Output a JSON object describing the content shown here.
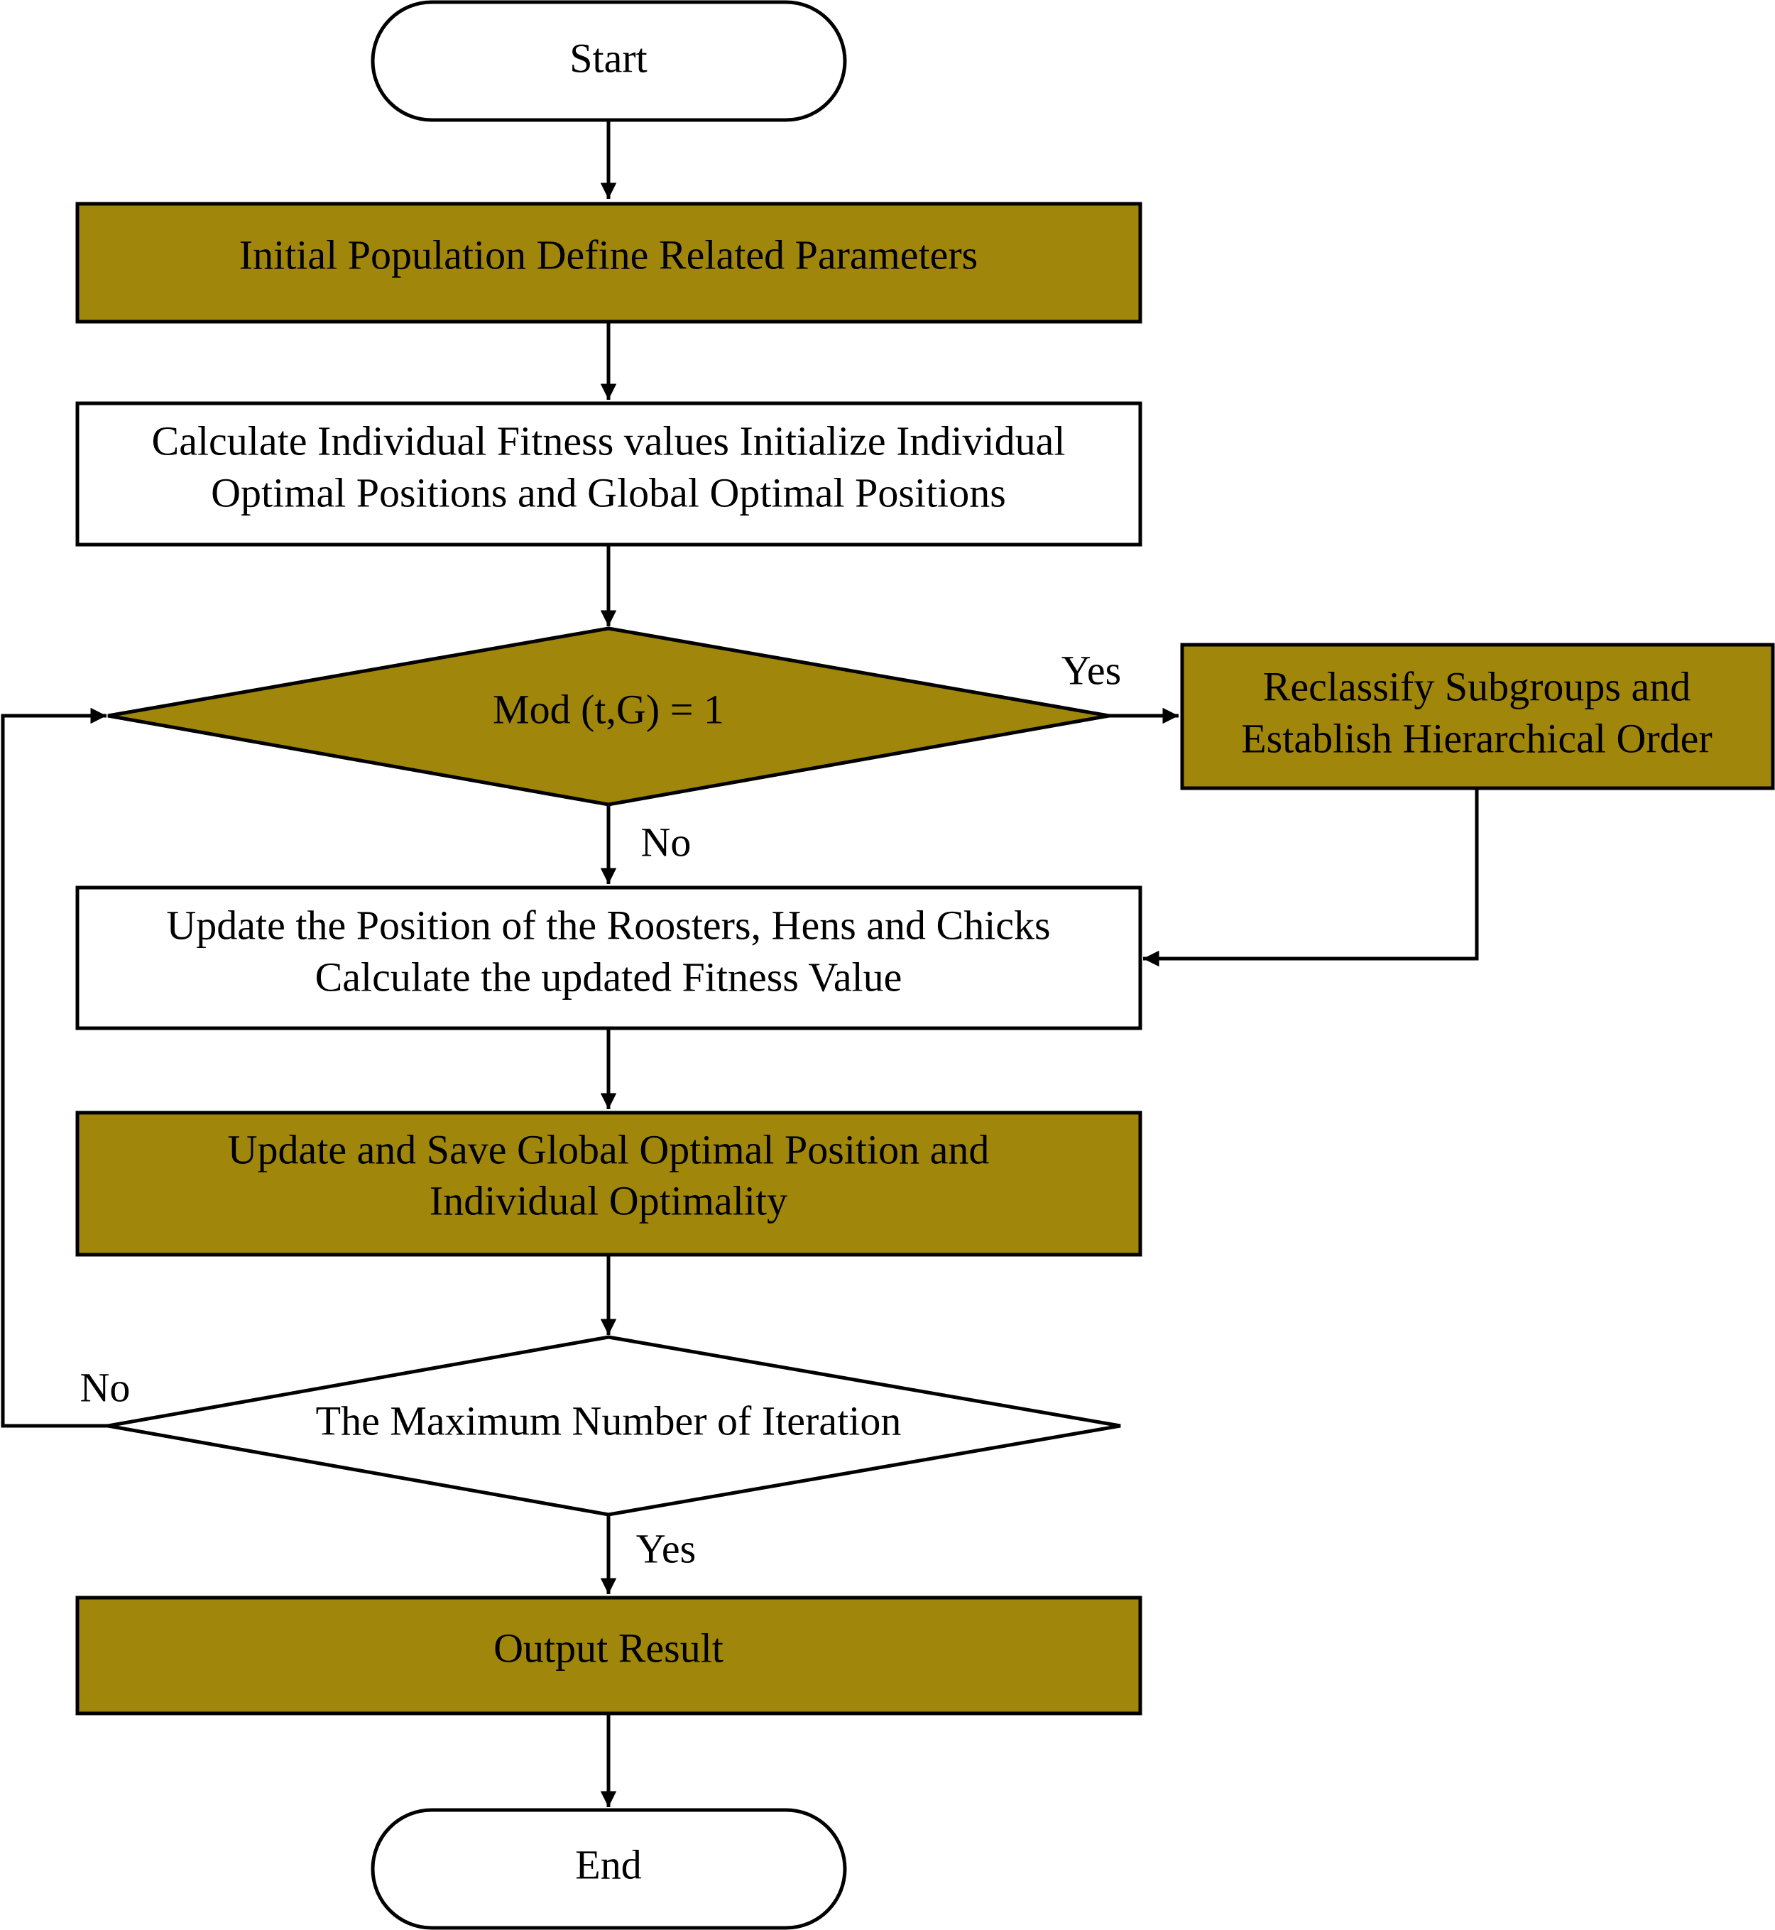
{
  "colors": {
    "accent_fill": "#A0860A",
    "plain_fill": "#FFFFFF",
    "stroke": "#000000"
  },
  "nodes": {
    "start": {
      "label": "Start"
    },
    "init_population": {
      "label": "Initial Population Define Related Parameters"
    },
    "calc_fitness": {
      "line1": "Calculate Individual Fitness values Initialize Individual",
      "line2": "Optimal Positions and Global Optimal Positions"
    },
    "mod_decision": {
      "label": "Mod (t,G) = 1"
    },
    "reclassify": {
      "line1": "Reclassify Subgroups and",
      "line2": "Establish Hierarchical Order"
    },
    "update_position": {
      "line1": "Update the Position of the Roosters, Hens and Chicks",
      "line2": "Calculate the updated Fitness Value"
    },
    "update_save": {
      "line1": "Update and Save Global Optimal Position and",
      "line2": "Individual Optimality"
    },
    "max_iteration": {
      "label": "The Maximum Number of Iteration"
    },
    "output": {
      "label": "Output Result"
    },
    "end": {
      "label": "End"
    }
  },
  "edge_labels": {
    "mod_yes": "Yes",
    "mod_no": "No",
    "iter_no": "No",
    "iter_yes": "Yes"
  }
}
